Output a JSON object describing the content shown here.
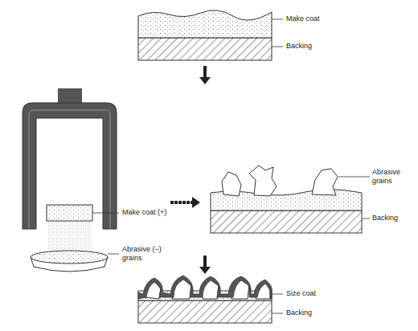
{
  "diagram": {
    "labels": [
      "Make coat",
      "Backing",
      "Make coat (+)",
      "Abrasive (−) grains",
      "Abrasive grains",
      "Backing",
      "Size coat",
      "Backing"
    ]
  }
}
